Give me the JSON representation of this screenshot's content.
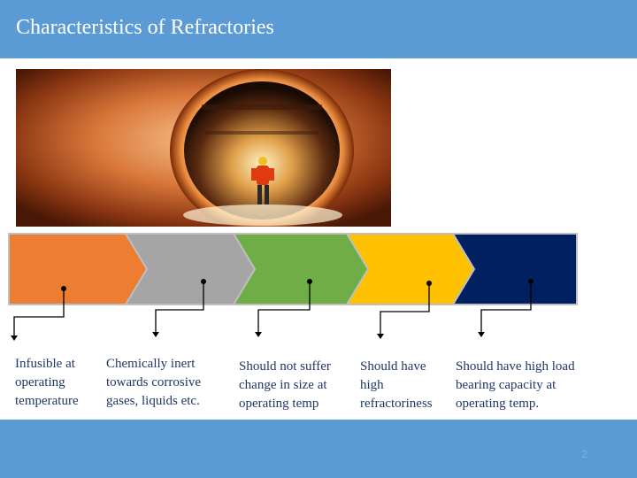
{
  "slide": {
    "title": "Characteristics of Refractories",
    "page_number": "2"
  },
  "colors": {
    "title_bar": "#5b9bd5",
    "text": "#1f3864",
    "arrows": [
      "#ed7d31",
      "#a5a5a5",
      "#70ad47",
      "#ffc000",
      "#002060"
    ]
  },
  "image": {
    "subject": "worker standing inside a large round refractory-lined kiln"
  },
  "characteristics": [
    {
      "lines": [
        "Infusible at",
        "operating",
        "temperature"
      ]
    },
    {
      "lines": [
        "Chemically inert",
        "towards corrosive",
        "gases, liquids etc."
      ]
    },
    {
      "lines": [
        "Should not suffer",
        "change in size at",
        "operating temp"
      ]
    },
    {
      "lines": [
        "Should have",
        "high",
        "refractoriness"
      ]
    },
    {
      "lines": [
        "Should have high load",
        "bearing capacity at",
        "operating temp."
      ]
    }
  ]
}
